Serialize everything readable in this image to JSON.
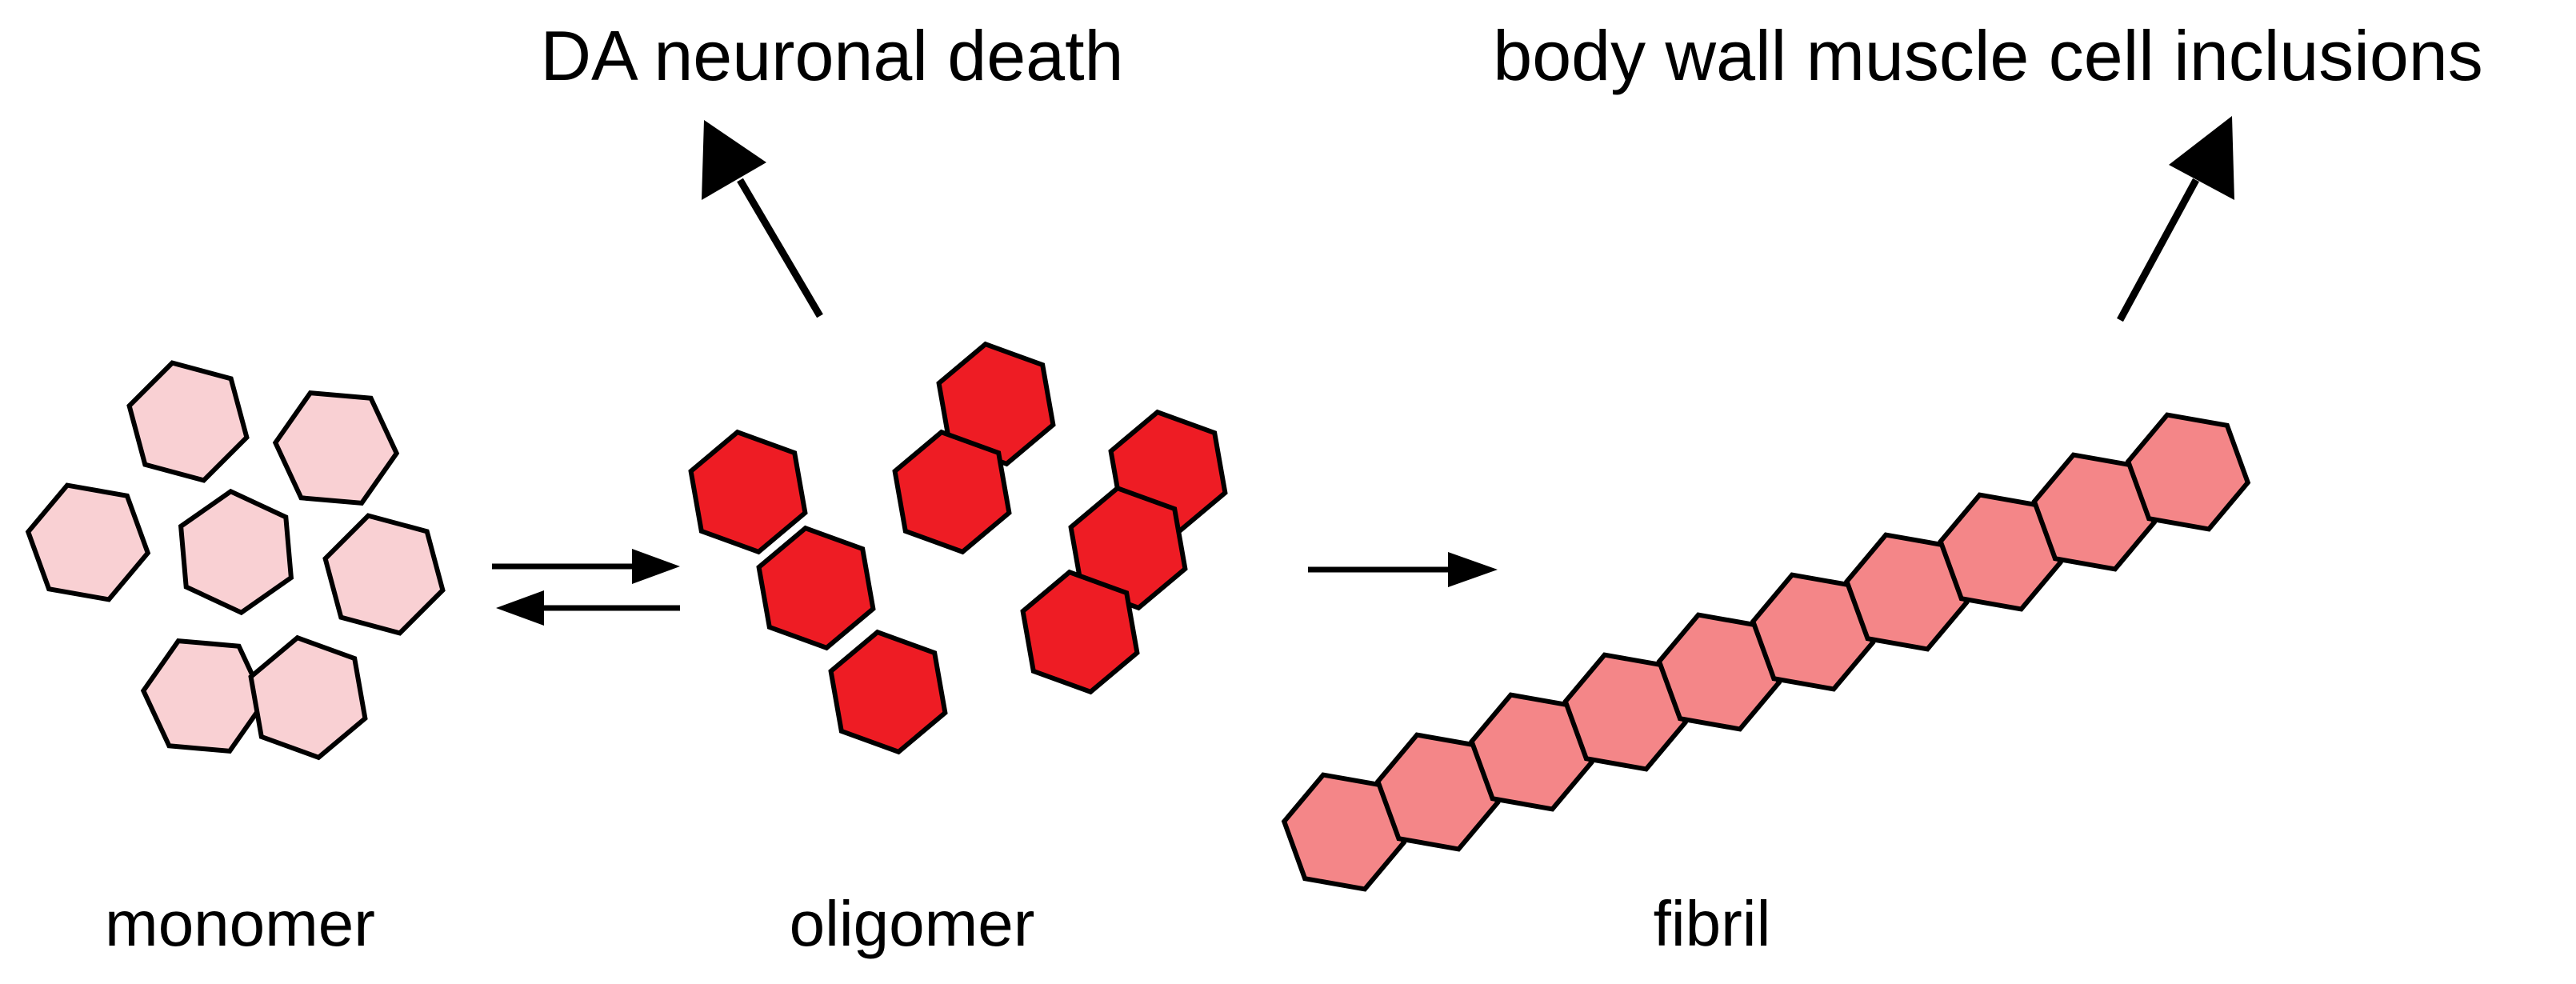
{
  "outcomes": {
    "oligomer": "DA neuronal death",
    "fibril": "body wall muscle cell inclusions"
  },
  "stages": {
    "monomer": "monomer",
    "oligomer": "oligomer",
    "fibril": "fibril"
  },
  "colors": {
    "monomer": "#F9D0D3",
    "oligomer": "#EE1C24",
    "fibril": "#F48688",
    "outline": "#000000"
  }
}
